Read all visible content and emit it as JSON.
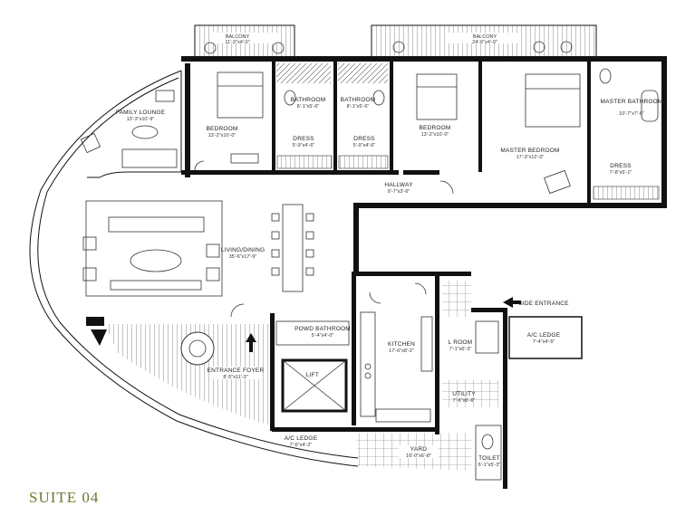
{
  "suite_title": "SUITE 04",
  "rooms": {
    "balcony_left": {
      "name": "BALCONY",
      "dims": "11'-3\"x4'-0\""
    },
    "balcony_right": {
      "name": "BALCONY",
      "dims": "24'-6\"x4'-0\""
    },
    "family_lounge": {
      "name": "FAMILY LOUNGE",
      "dims": "13'-3\"x10'-9\""
    },
    "bedroom_1": {
      "name": "BEDROOM",
      "dims": "13'-2\"x10'-0\""
    },
    "bathroom_1": {
      "name": "BATHROOM",
      "dims": "8'-1\"x5'-6\""
    },
    "bathroom_2": {
      "name": "BATHROOM",
      "dims": "8'-1\"x5'-6\""
    },
    "dress_1": {
      "name": "DRESS",
      "dims": "5'-9\"x4'-6\""
    },
    "dress_2": {
      "name": "DRESS",
      "dims": "5'-9\"x4'-6\""
    },
    "bedroom_2": {
      "name": "BEDROOM",
      "dims": "13'-2\"x10'-0\""
    },
    "master_bedroom": {
      "name": "MASTER BEDROOM",
      "dims": "17'-3\"x12'-0\""
    },
    "master_bathroom": {
      "name": "MASTER BATHROOM",
      "dims": "10'-7\"x7'-6\""
    },
    "dress_master": {
      "name": "DRESS",
      "dims": "7'-8\"x5'-1\""
    },
    "hallway": {
      "name": "HALLWAY",
      "dims": "9'-7\"x3'-6\""
    },
    "living_dining": {
      "name": "LIVING/DINING",
      "dims": "35'-6\"x17'-9\""
    },
    "side_entrance": {
      "name": "SIDE ENTRANCE"
    },
    "powder_bathroom": {
      "name": "POWD BATHROOM",
      "dims": "5'-4\"x4'-0\""
    },
    "kitchen": {
      "name": "KITCHEN",
      "dims": "17'-6\"x8'-2\""
    },
    "l_room": {
      "name": "L ROOM",
      "dims": "7'-1\"x6'-3\""
    },
    "ac_ledge_right": {
      "name": "A/C LEDGE",
      "dims": "7'-4\"x4'-5\""
    },
    "entrance_foyer": {
      "name": "ENTRANCE FOYER",
      "dims": "8'-5\"x11'-3\""
    },
    "lift": {
      "name": "LIFT"
    },
    "utility": {
      "name": "UTILITY",
      "dims": "7'-6\"x6'-6\""
    },
    "ac_ledge_bottom": {
      "name": "A/C LEDGE",
      "dims": "7'-6\"x4'-2\""
    },
    "yard": {
      "name": "YARD",
      "dims": "16'-0\"x6'-8\""
    },
    "toilet": {
      "name": "TOILET",
      "dims": "6'-1\"x5'-3\""
    }
  }
}
